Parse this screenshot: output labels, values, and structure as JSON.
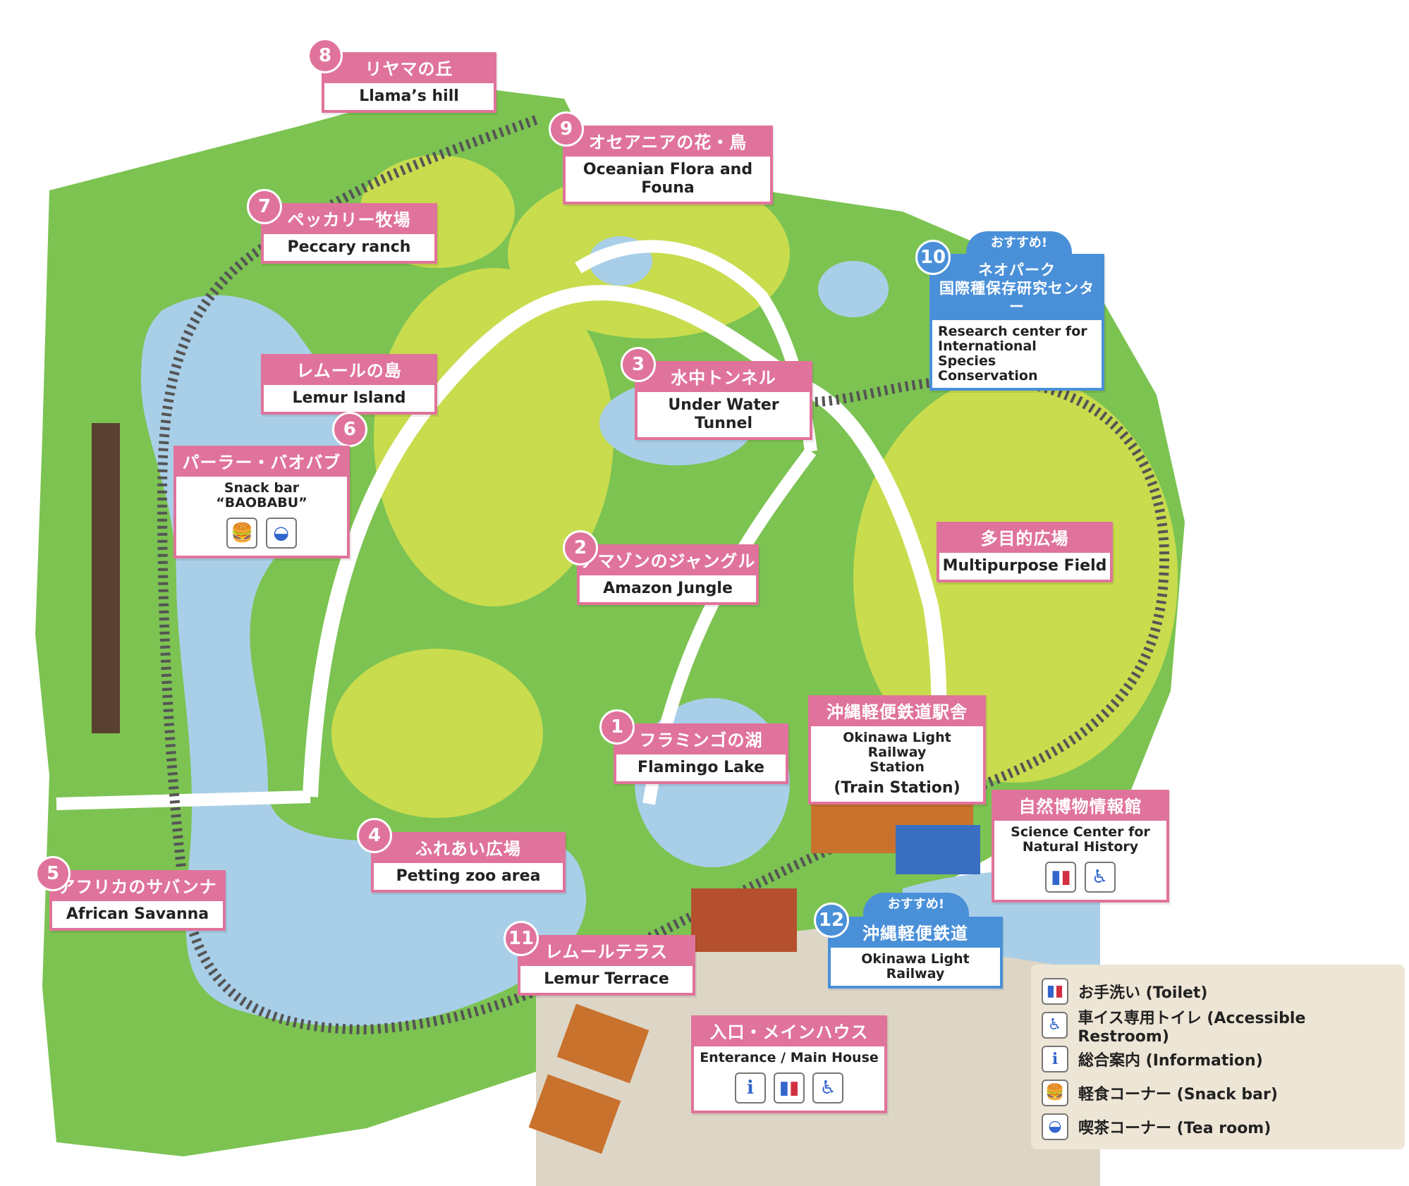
{
  "labels": [
    {
      "id": "l8",
      "num": "8",
      "jp": "リヤマの丘",
      "en": "Llama’s hill"
    },
    {
      "id": "l9",
      "num": "9",
      "jp": "オセアニアの花・鳥",
      "en": "Oceanian Flora and Founa"
    },
    {
      "id": "l7",
      "num": "7",
      "jp": "ペッカリー牧場",
      "en": "Peccary ranch"
    },
    {
      "id": "l6",
      "num": "6",
      "jp": "レムールの島",
      "en": "Lemur Island"
    },
    {
      "id": "l3",
      "num": "3",
      "jp": "水中トンネル",
      "en": "Under Water Tunnel"
    },
    {
      "id": "l2",
      "num": "2",
      "jp": "アマゾンのジャングル",
      "en": "Amazon Jungle"
    },
    {
      "id": "lmp",
      "num": "",
      "jp": "多目的広場",
      "en": "Multipurpose Field"
    },
    {
      "id": "l1",
      "num": "1",
      "jp": "フラミンゴの湖",
      "en": "Flamingo Lake"
    },
    {
      "id": "l4",
      "num": "4",
      "jp": "ふれあい広場",
      "en": "Petting zoo area"
    },
    {
      "id": "l5",
      "num": "5",
      "jp": "アフリカのサバンナ",
      "en": "African Savanna"
    },
    {
      "id": "l11",
      "num": "11",
      "jp": "レムールテラス",
      "en": "Lemur Terrace"
    }
  ],
  "research": {
    "num": "10",
    "badge": "おすすめ!",
    "jp": "ネオパーク\n国際種保存研究センター",
    "en": "Research center for\nInternational\nSpecies Conservation"
  },
  "snackbar": {
    "jp": "パーラー・バオバブ",
    "en": "Snack bar “BAOBABU”"
  },
  "station": {
    "jp": "沖縄軽便鉄道駅舎",
    "en": "Okinawa Light Railway\n              Station",
    "en2": "(Train Station)"
  },
  "science": {
    "jp": "自然博物情報館",
    "en": "Science Center for\nNatural History"
  },
  "railway": {
    "num": "12",
    "badge": "おすすめ!",
    "jp": "沖縄軽便鉄道",
    "en": "Okinawa Light Railway"
  },
  "entrance": {
    "jp": "入口・メインハウス",
    "en": "Enterance / Main House"
  },
  "legend": [
    {
      "icon": "toilet-icon",
      "glyph": "🚻",
      "text": "お手洗い (Toilet)"
    },
    {
      "icon": "accessible-icon",
      "glyph": "♿",
      "text": "車イス専用トイレ (Accessible Restroom)"
    },
    {
      "icon": "information-icon",
      "glyph": "i",
      "text": "総合案内 (Information)"
    },
    {
      "icon": "snack-icon",
      "glyph": "🍔",
      "text": "軽食コーナー (Snack bar)"
    },
    {
      "icon": "tea-icon",
      "glyph": "◒",
      "text": "喫茶コーナー (Tea room)"
    }
  ],
  "colors": {
    "grass": "#7cc352",
    "lightgrass": "#c8dc4e",
    "water": "#a9cfe8",
    "path": "#ffffff",
    "rail": "#555555",
    "pink": "#e0739b",
    "blue": "#4a90d9",
    "sand": "#ddd6c6"
  }
}
